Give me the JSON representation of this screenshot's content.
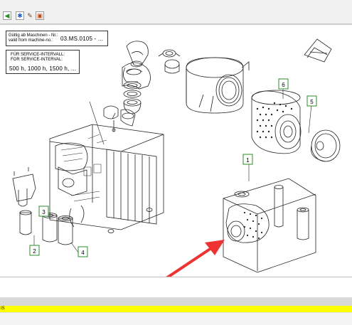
{
  "toolbar": {
    "buttons": [
      {
        "icon": "green-arrow-icon",
        "glyph": "◀",
        "color": "#2e8b2e"
      },
      {
        "icon": "star-icon",
        "glyph": "✱",
        "color": "#1f5fbf"
      },
      {
        "icon": "pencil-icon",
        "glyph": "✎",
        "color": "#7a4a1a"
      },
      {
        "icon": "picture-icon",
        "glyph": "▣",
        "color": "#c04a1a"
      }
    ]
  },
  "infobox1": {
    "label_de": "Gültig ab Maschinen - Nr.:",
    "label_en": "valid from machine-no.:",
    "value": "03.MS.0105 - ..."
  },
  "infobox2": {
    "line1": "FÜR SERVICE-INTERVALL:",
    "line2": "FOR SERVICE-INTERVAL:",
    "value": "500 h, 1000 h, 1500 h, ..."
  },
  "callouts": {
    "c1": "1",
    "c2": "2",
    "c3": "3",
    "c4": "4",
    "c5": "5",
    "c6": "6"
  },
  "status": {
    "yellow_text": "IS"
  },
  "colors": {
    "arrow": "#ee3333",
    "callout_border": "#2e8b2e",
    "status_yellow": "#ffff00"
  }
}
